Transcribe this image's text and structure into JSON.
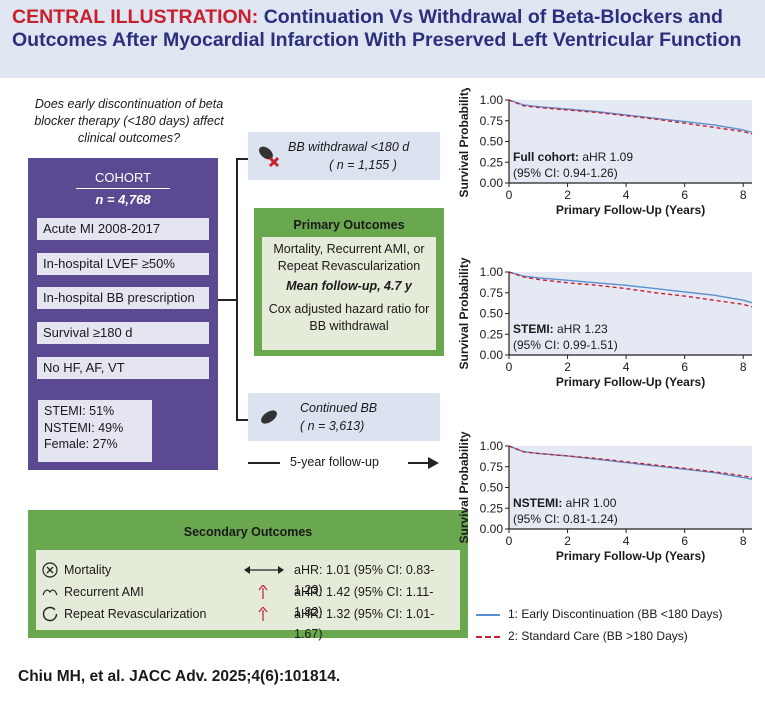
{
  "header": {
    "lead": "CENTRAL ILLUSTRATION:",
    "title": "Continuation Vs Withdrawal of Beta-Blockers and Outcomes After Myocardial Infarction With Preserved Left Ventricular Function"
  },
  "question": "Does early discontinuation of beta blocker therapy (<180 days) affect clinical outcomes?",
  "cohort": {
    "label": "COHORT",
    "n": "n = 4,768",
    "criteria": [
      "Acute MI 2008-2017",
      "In-hospital LVEF ≥50%",
      "In-hospital BB prescription",
      "Survival ≥180 d",
      "No HF, AF, VT"
    ],
    "stats": [
      "STEMI: 51%",
      "NSTEMI: 49%",
      "Female: 27%"
    ]
  },
  "withdrawal": {
    "label": "BB withdrawal <180 d",
    "n": "( n = 1,155 )"
  },
  "continued": {
    "label": "Continued BB",
    "n": "( n = 3,613)"
  },
  "followup": "5-year follow-up",
  "primary": {
    "title": "Primary Outcomes",
    "outcome": "Mortality, Recurrent AMI, or Repeat Revascularization",
    "followup": "Mean follow-up, 4.7 y",
    "method": "Cox adjusted hazard ratio for BB withdrawal"
  },
  "secondary": {
    "title": "Secondary Outcomes",
    "rows": [
      {
        "label": "Mortality",
        "result": "aHR: 1.01 (95% CI: 0.83-1.23)"
      },
      {
        "label": "Recurrent AMI",
        "result": "aHR: 1.42 (95% CI: 1.11-1.82)"
      },
      {
        "label": "Repeat Revascularization",
        "result": "aHR: 1.32 (95% CI: 1.01-1.67)"
      }
    ]
  },
  "chart_data": [
    {
      "type": "line",
      "annotation_lead": "Full cohort:",
      "annotation": "aHR 1.09",
      "annotation_ci": "(95% CI: 0.94-1.26)",
      "xlabel": "Primary Follow-Up (Years)",
      "ylabel": "Survival Probability",
      "xlim": [
        0,
        8.3
      ],
      "ylim": [
        0,
        1
      ],
      "xticks": [
        "0",
        "2",
        "4",
        "6",
        "8"
      ],
      "yticks": [
        "0.00",
        "0.25",
        "0.50",
        "0.75",
        "1.00"
      ],
      "series": [
        {
          "x": [
            0,
            0.5,
            1,
            2,
            3,
            4,
            5,
            6,
            7,
            8,
            8.3
          ],
          "values": [
            1.0,
            0.94,
            0.92,
            0.89,
            0.86,
            0.82,
            0.78,
            0.74,
            0.7,
            0.64,
            0.61
          ],
          "color": "#5b8fd0",
          "dash": false
        },
        {
          "x": [
            0,
            0.5,
            1,
            2,
            3,
            4,
            5,
            6,
            7,
            8,
            8.3
          ],
          "values": [
            1.0,
            0.93,
            0.91,
            0.88,
            0.85,
            0.81,
            0.77,
            0.72,
            0.67,
            0.62,
            0.59
          ],
          "color": "#c8202e",
          "dash": true
        }
      ]
    },
    {
      "type": "line",
      "annotation_lead": "STEMI:",
      "annotation": "aHR 1.23",
      "annotation_ci": "(95% CI: 0.99-1.51)",
      "xlabel": "Primary Follow-Up (Years)",
      "ylabel": "Survival Probability",
      "xlim": [
        0,
        8.3
      ],
      "ylim": [
        0,
        1
      ],
      "xticks": [
        "0",
        "2",
        "4",
        "6",
        "8"
      ],
      "yticks": [
        "0.00",
        "0.25",
        "0.50",
        "0.75",
        "1.00"
      ],
      "series": [
        {
          "x": [
            0,
            0.5,
            1,
            2,
            3,
            4,
            5,
            6,
            7,
            8,
            8.3
          ],
          "values": [
            1.0,
            0.95,
            0.93,
            0.9,
            0.87,
            0.84,
            0.8,
            0.76,
            0.72,
            0.66,
            0.63
          ],
          "color": "#5b8fd0",
          "dash": false
        },
        {
          "x": [
            0,
            0.5,
            1,
            2,
            3,
            4,
            5,
            6,
            7,
            8,
            8.3
          ],
          "values": [
            1.0,
            0.94,
            0.91,
            0.87,
            0.84,
            0.8,
            0.75,
            0.71,
            0.66,
            0.61,
            0.58
          ],
          "color": "#c8202e",
          "dash": true
        }
      ]
    },
    {
      "type": "line",
      "annotation_lead": "NSTEMI:",
      "annotation": "aHR 1.00",
      "annotation_ci": "(95% CI: 0.81-1.24)",
      "xlabel": "Primary Follow-Up (Years)",
      "ylabel": "Survival Probability",
      "xlim": [
        0,
        8.3
      ],
      "ylim": [
        0,
        1
      ],
      "xticks": [
        "0",
        "2",
        "4",
        "6",
        "8"
      ],
      "yticks": [
        "0.00",
        "0.25",
        "0.50",
        "0.75",
        "1.00"
      ],
      "series": [
        {
          "x": [
            0,
            0.5,
            1,
            2,
            3,
            4,
            5,
            6,
            7,
            8,
            8.3
          ],
          "values": [
            1.0,
            0.93,
            0.91,
            0.88,
            0.84,
            0.8,
            0.76,
            0.72,
            0.68,
            0.62,
            0.6
          ],
          "color": "#5b8fd0",
          "dash": false
        },
        {
          "x": [
            0,
            0.5,
            1,
            2,
            3,
            4,
            5,
            6,
            7,
            8,
            8.3
          ],
          "values": [
            1.0,
            0.93,
            0.91,
            0.88,
            0.85,
            0.81,
            0.77,
            0.73,
            0.69,
            0.64,
            0.62
          ],
          "color": "#c8202e",
          "dash": true
        }
      ]
    }
  ],
  "legend": [
    {
      "label": "1: Early Discontinuation (BB <180 Days)",
      "color": "#5b8fd0"
    },
    {
      "label": "2: Standard Care (BB >180 Days)",
      "color": "#c8202e"
    }
  ],
  "citation": "Chiu MH, et al. JACC Adv. 2025;4(6):101814."
}
